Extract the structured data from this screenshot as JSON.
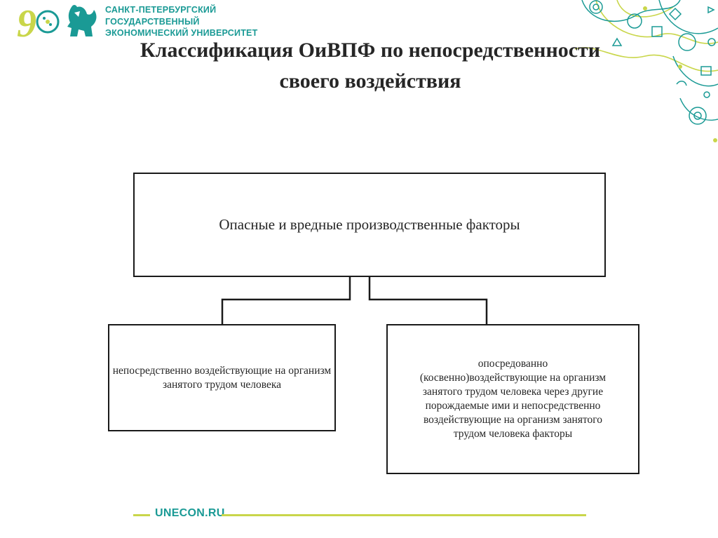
{
  "header": {
    "logo_lines": [
      "САНКТ-ПЕТЕРБУРГСКИЙ",
      "ГОСУДАРСТВЕННЫЙ",
      "ЭКОНОМИЧЕСКИЙ УНИВЕРСИТЕТ"
    ],
    "brand_color": "#1a9a95",
    "accent_color": "#c9d64a"
  },
  "slide": {
    "title_line1": "Классификация ОиВПФ по непосредственности",
    "title_line2": "своего воздействия"
  },
  "diagram": {
    "root": "Опасные и вредные производственные факторы",
    "children": [
      {
        "text": "непосредственно воздействующие на организм занятого трудом человека"
      },
      {
        "lines": [
          "опосредованно",
          "(косвенно)воздействующие на организм",
          "занятого трудом человека через другие",
          "порождаемые ими и непосредственно",
          "воздействующие на организм занятого",
          "трудом человека факторы"
        ]
      }
    ]
  },
  "footer": {
    "site": "UNECON.RU"
  }
}
